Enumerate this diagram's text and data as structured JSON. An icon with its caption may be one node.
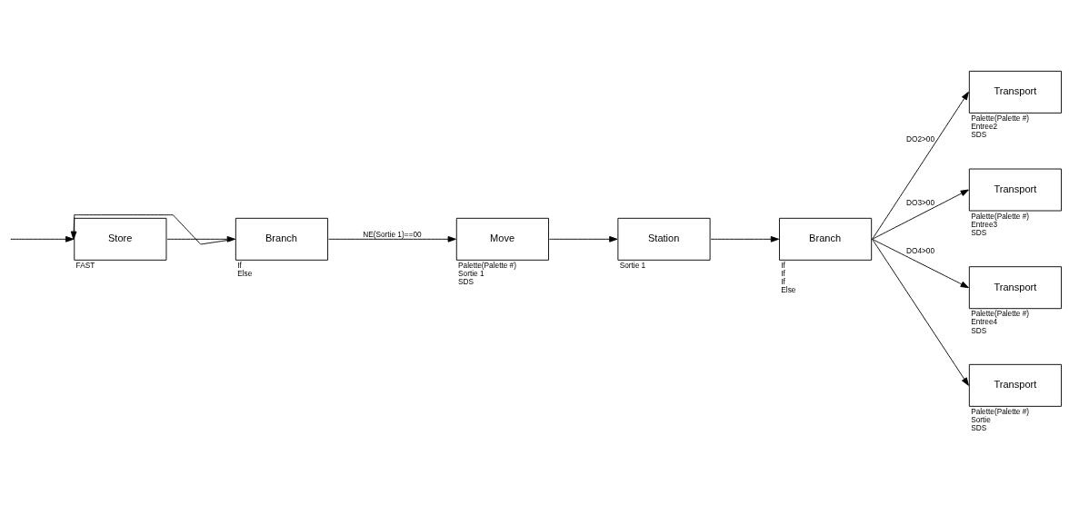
{
  "diagram": {
    "nodes": [
      {
        "text": [
          "Store"
        ],
        "beside": [
          "FAST"
        ]
      },
      {
        "text": [
          "Branch"
        ],
        "beside": [
          "If",
          "Else"
        ]
      },
      {
        "text": [
          "Move"
        ],
        "beside": [
          "Palette(Palette #)",
          "Sortie 1",
          "SDS"
        ]
      },
      {
        "text": [
          "Station"
        ],
        "beside": [
          "Sortie 1"
        ]
      },
      {
        "text": [
          "Branch"
        ],
        "beside": [
          "If",
          "If",
          "If",
          "Else"
        ]
      },
      {
        "text": [
          "Transport"
        ],
        "beside": [
          "Palette(Palette #)",
          "Entree2",
          "SDS"
        ]
      },
      {
        "text": [
          "Transport"
        ],
        "beside": [
          "Palette(Palette #)",
          "Entree3",
          "SDS"
        ]
      },
      {
        "text": [
          "Transport"
        ],
        "beside": [
          "Palette(Palette #)",
          "Entree4",
          "SDS"
        ]
      },
      {
        "text": [
          "Transport"
        ],
        "beside": [
          "Palette(Palette #)",
          "Sortie",
          "SDS"
        ]
      }
    ],
    "edges": [
      {
        "from": null,
        "to": 0,
        "arrow": "to"
      },
      {
        "from": 0,
        "to": 1,
        "arrow": "to"
      },
      {
        "from": 1,
        "to": 2,
        "arrow": "to",
        "label": "NE(Sortie 1)==00"
      },
      {
        "from": 1,
        "to": 0,
        "arrow": "to"
      },
      {
        "from": 2,
        "to": 3,
        "arrow": "to"
      },
      {
        "from": 3,
        "to": 4,
        "arrow": "to"
      },
      {
        "from": 4,
        "to": 5,
        "arrow": "to",
        "label": "DO2>00"
      },
      {
        "from": 4,
        "to": 6,
        "arrow": "to",
        "label": "DO3>00"
      },
      {
        "from": 4,
        "to": 7,
        "arrow": "to",
        "label": "DO4>00"
      },
      {
        "from": 4,
        "to": 8,
        "arrow": "to"
      }
    ]
  }
}
